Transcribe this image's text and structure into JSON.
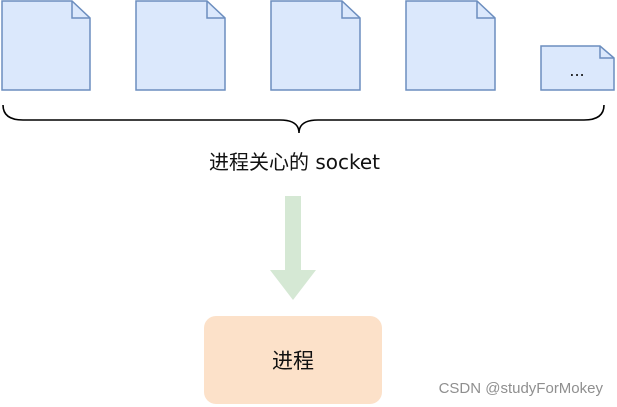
{
  "diagram": {
    "ellipsis": "...",
    "caption": "进程关心的 socket",
    "process_label": "进程",
    "watermark": "CSDN @studyForMokey"
  },
  "colors": {
    "socket_fill": "#dbe8fc",
    "socket_stroke": "#6c8ebf",
    "arrow_fill": "#d5e8d4",
    "process_fill": "#fce1c9"
  }
}
